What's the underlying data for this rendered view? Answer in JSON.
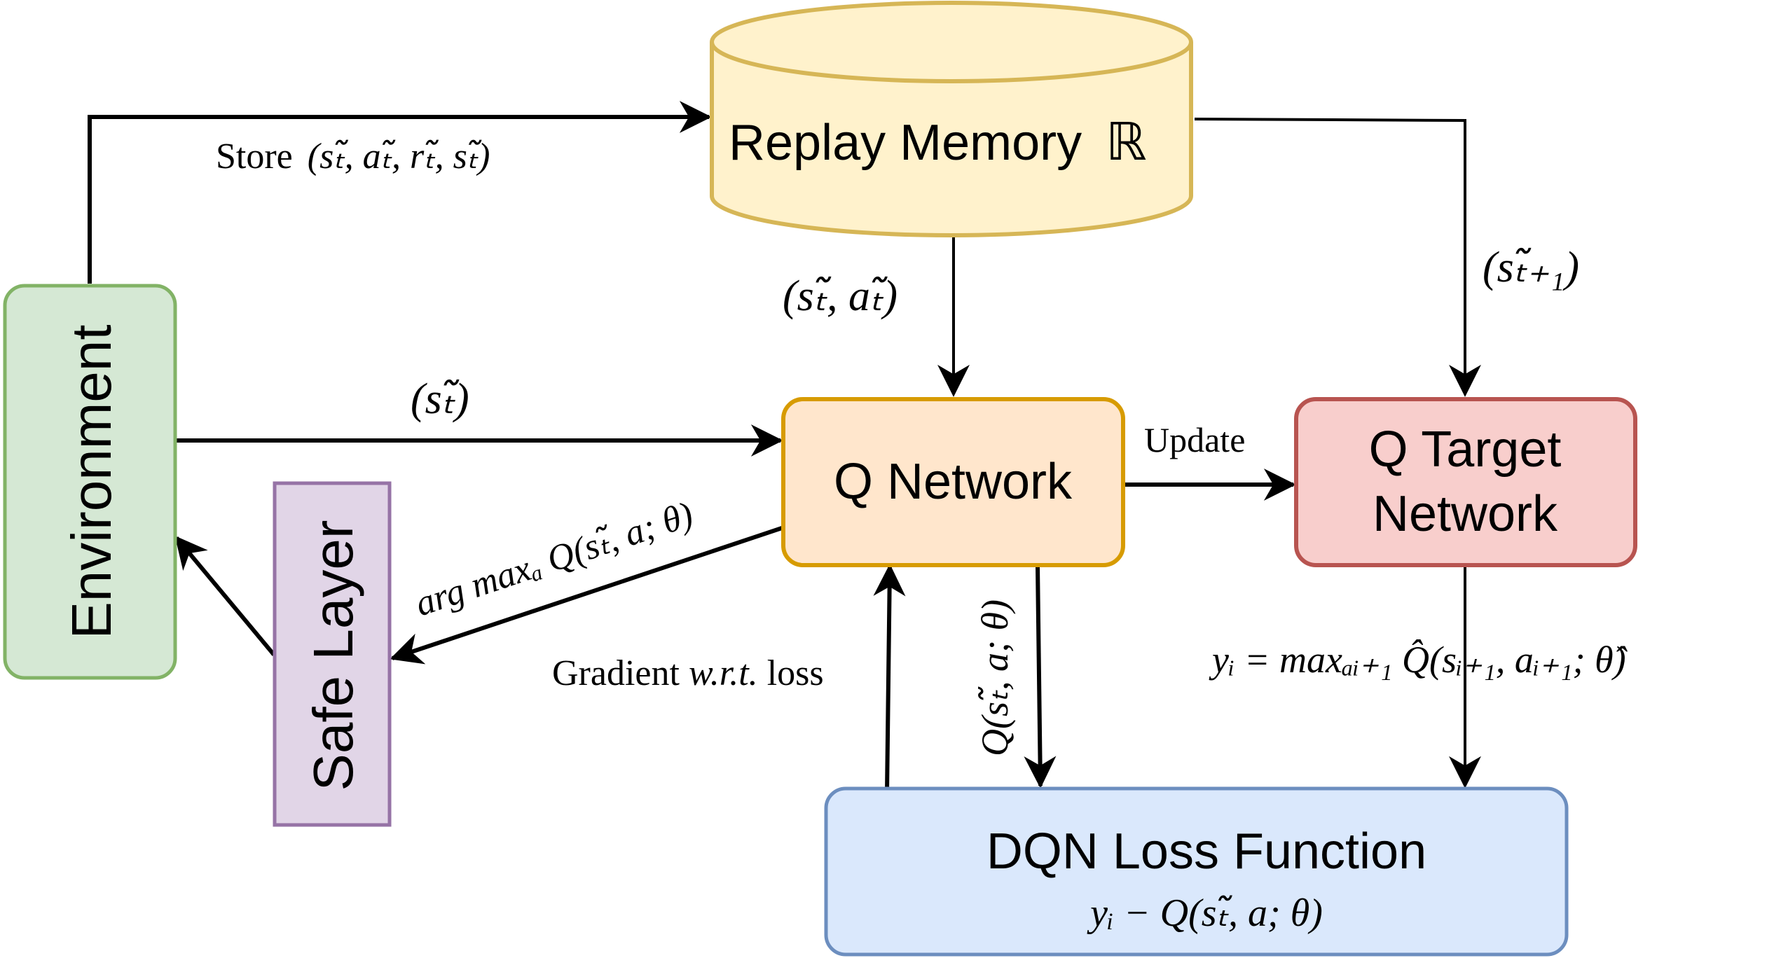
{
  "diagram": {
    "title": "DQN with Safe Layer architecture",
    "colors": {
      "environment": {
        "fill": "#d5e8d4",
        "stroke": "#82b366"
      },
      "safe_layer": {
        "fill": "#e1d5e7",
        "stroke": "#9673a6"
      },
      "replay_memory": {
        "fill": "#fff2cc",
        "stroke": "#d6b656"
      },
      "q_network": {
        "fill": "#ffe6cc",
        "stroke": "#d79b00"
      },
      "q_target": {
        "fill": "#f8cecc",
        "stroke": "#b85450"
      },
      "dqn_loss": {
        "fill": "#dae8fc",
        "stroke": "#6c8ebf"
      },
      "edge": "#000000"
    },
    "nodes": {
      "environment": {
        "label": "Environment"
      },
      "safe_layer": {
        "label": "Safe Layer"
      },
      "replay_memory": {
        "label": "Replay Memory",
        "symbol": "ℝ"
      },
      "q_network": {
        "label": "Q Network"
      },
      "q_target": {
        "label_line1": "Q Target",
        "label_line2": "Network"
      },
      "dqn_loss": {
        "label": "DQN Loss Function",
        "formula": "yᵢ − Q(sₜ̃, a; θ)"
      }
    },
    "edges": {
      "store": {
        "text": "Store",
        "formula": "(sₜ̃, aₜ̃, rₜ̃, sₜ̃)"
      },
      "sample_sa": {
        "formula": "(sₜ̃, aₜ̃)"
      },
      "next_state": {
        "formula": "(sₜ̃₊₁)"
      },
      "state": {
        "formula": "(sₜ̃)"
      },
      "update": {
        "text": "Update"
      },
      "argmax": {
        "text": "arg maxₐ Q(sₜ̃, a; θ)"
      },
      "gradient": {
        "text_pre": "Gradient ",
        "text_italic": "w.r.t.",
        "text_post": " loss"
      },
      "q_value": {
        "formula": "Q(sₜ̃, a; θ)"
      },
      "target_value": {
        "formula": "yᵢ = maxₐᵢ₊₁ Q̂(sᵢ₊₁, aᵢ₊₁; θ̂)"
      },
      "safe_to_env": {
        "text": ""
      }
    }
  }
}
